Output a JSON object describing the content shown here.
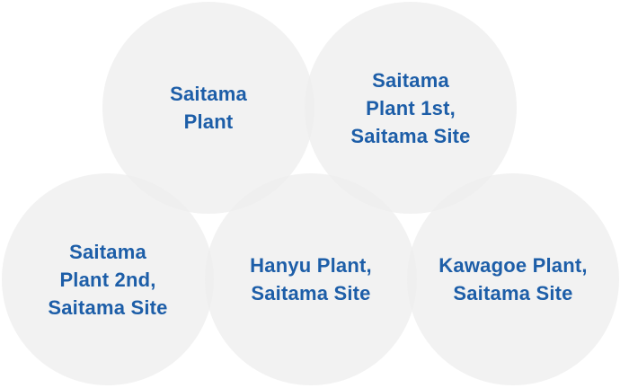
{
  "plants": [
    {
      "label": "Saitama\nPlant"
    },
    {
      "label": "Saitama\nPlant 1st,\nSaitama Site"
    },
    {
      "label": "Saitama\nPlant 2nd,\nSaitama Site"
    },
    {
      "label": "Hanyu Plant,\nSaitama Site"
    },
    {
      "label": "Kawagoe Plant,\nSaitama Site"
    }
  ],
  "colors": {
    "circle_fill": "#eeeeee",
    "label_text": "#1d5ea8"
  }
}
